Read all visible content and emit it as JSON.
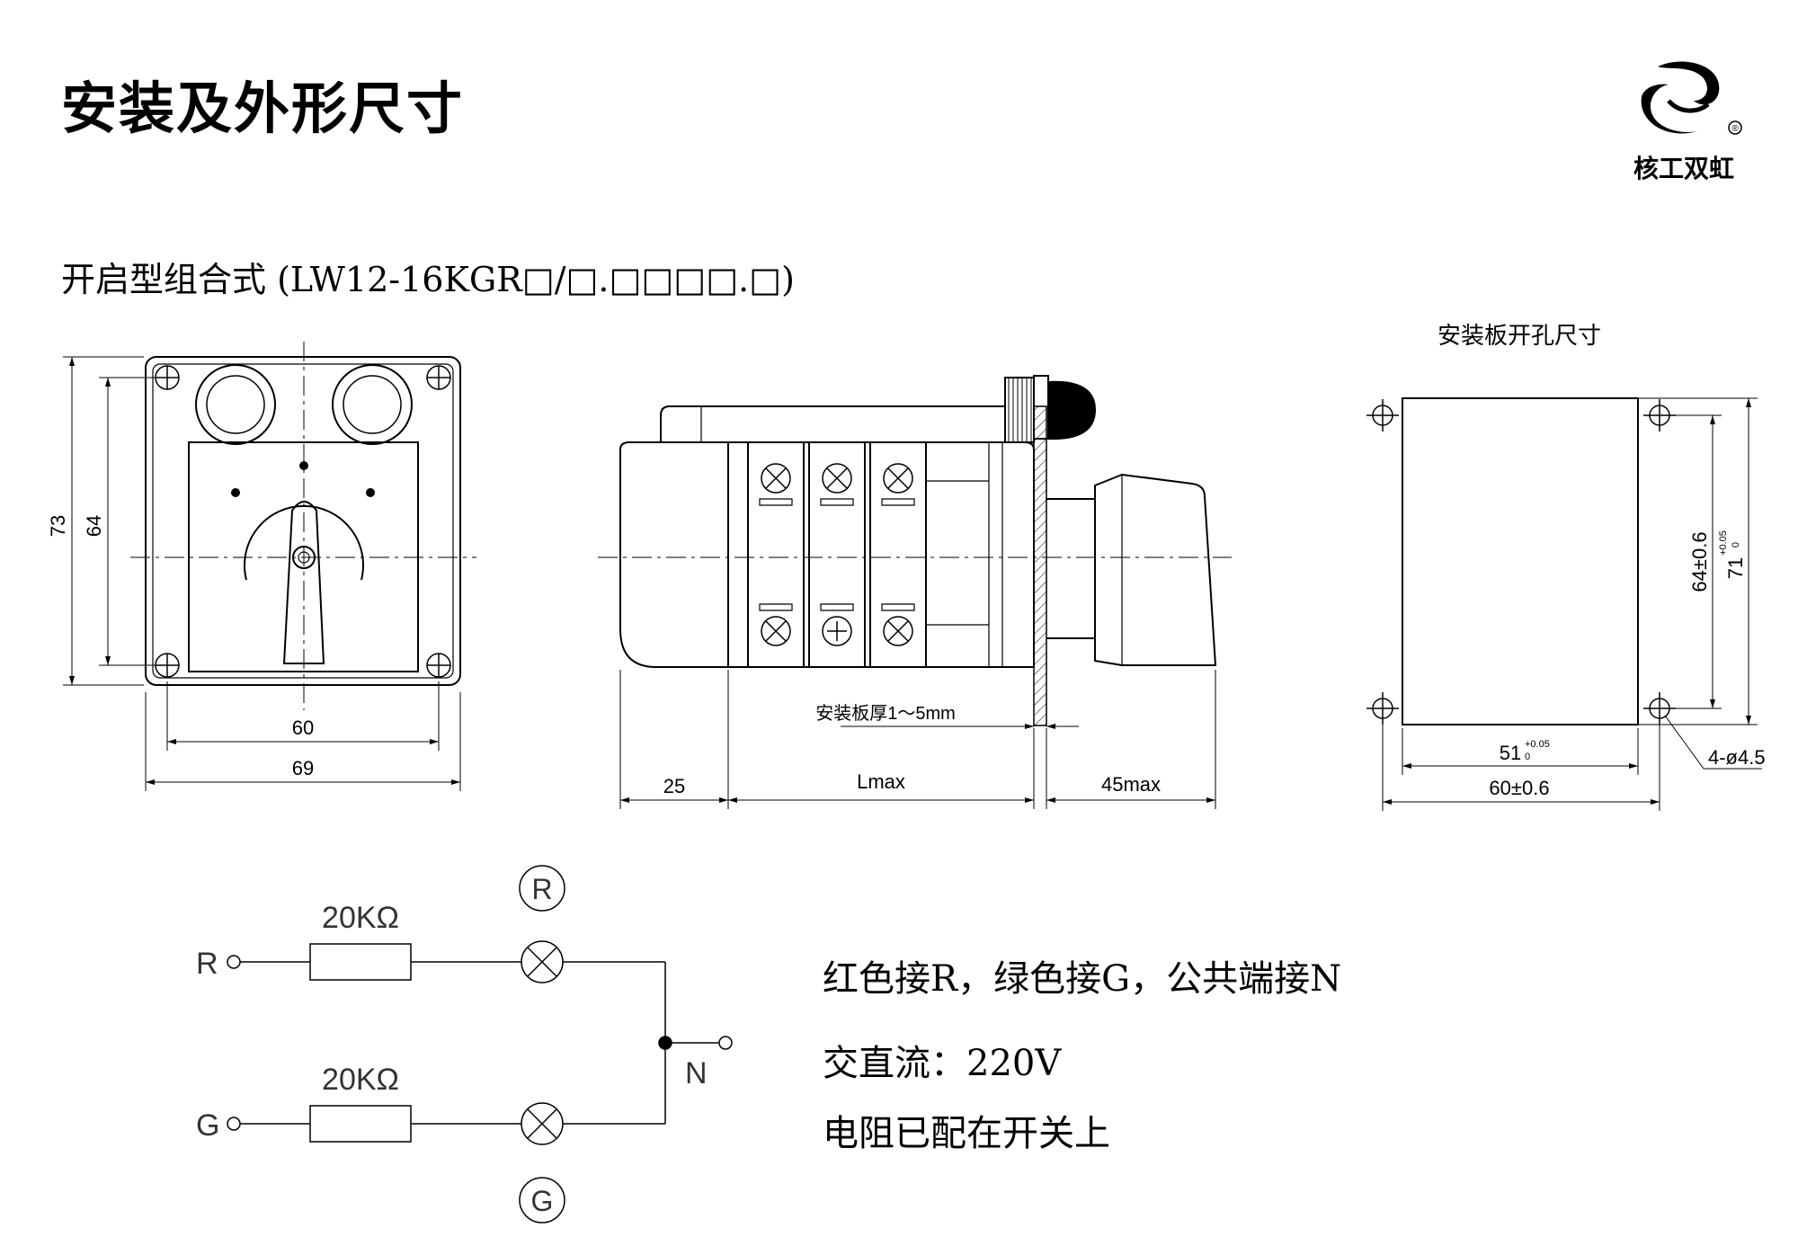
{
  "title": "安装及外形尺寸",
  "subtitle": "开启型组合式 (LW12-16KGR□/□.□□□□.□)",
  "logo": {
    "name": "核工双虹",
    "mark": "®"
  },
  "front_view": {
    "dim_height_outer": "73",
    "dim_height_inner": "64",
    "dim_width_inner": "60",
    "dim_width_outer": "69"
  },
  "side_view": {
    "panel_label": "安装板厚1～5mm",
    "dim_left": "25",
    "dim_middle": "Lmax",
    "dim_right": "45max"
  },
  "hole_view": {
    "title": "安装板开孔尺寸",
    "dim_vertical_inner": "64±0.6",
    "dim_vertical_outer": "71",
    "dim_vertical_outer_tol_upper": "+0.05",
    "dim_vertical_outer_tol_lower": "0",
    "dim_horizontal_inner": "51",
    "dim_horizontal_inner_tol_upper": "+0.05",
    "dim_horizontal_inner_tol_lower": "0",
    "dim_horizontal_outer": "60±0.6",
    "holes_label": "4-ø4.5"
  },
  "circuit": {
    "terminal_r": "R",
    "terminal_g": "G",
    "terminal_n": "N",
    "resistor_r": "20KΩ",
    "resistor_g": "20KΩ",
    "lamp_r": "R",
    "lamp_g": "G"
  },
  "notes": {
    "line1": "红色接R，绿色接G，公共端接N",
    "line2": "交直流：220V",
    "line3": "电阻已配在开关上"
  }
}
